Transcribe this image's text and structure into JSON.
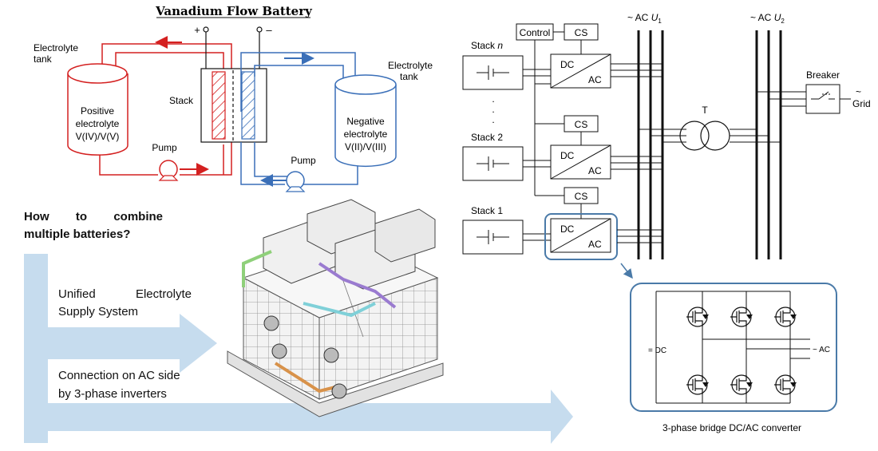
{
  "battery": {
    "title": "Vanadium Flow Battery",
    "plus": "+",
    "minus": "–",
    "left_tank_line1": "Electrolyte",
    "left_tank_line2": "tank",
    "right_tank_line1": "Electrolyte",
    "right_tank_line2": "tank",
    "stack": "Stack",
    "pos_line1": "Positive",
    "pos_line2": "electrolyte",
    "pos_line3": "V(IV)/V(V)",
    "neg_line1": "Negative",
    "neg_line2": "electrolyte",
    "neg_line3": "V(II)/V(III)",
    "pump_left": "Pump",
    "pump_right": "Pump",
    "colors": {
      "positive": "#d42020",
      "negative": "#3a6fb8"
    }
  },
  "question": {
    "line1_words": [
      "How",
      "to",
      "combine"
    ],
    "line2": "multiple batteries?"
  },
  "arrows": {
    "upper_line1_words": [
      "Unified",
      "Electrolyte"
    ],
    "upper_line2": "Supply System",
    "lower_line1": "Connection on AC side",
    "lower_line2": "by 3-phase inverters",
    "color": "#c6dcee"
  },
  "circuit": {
    "control": "Control",
    "cs": "CS",
    "stack_n_prefix": "Stack ",
    "stack_n_italic": "n",
    "stack_2": "Stack 2",
    "stack_1": "Stack 1",
    "dc": "DC",
    "ac": "AC",
    "ac_u1_prefix": "~ AC ",
    "ac_u1_var": "U",
    "ac_u1_sub": "1",
    "ac_u2_prefix": "~ AC ",
    "ac_u2_var": "U",
    "ac_u2_sub": "2",
    "transformer": "T",
    "breaker": "Breaker",
    "tilde": "~",
    "grid": "Grid",
    "dot": ".",
    "highlight_color": "#4a7aa8"
  },
  "bridge": {
    "dc_label": "= DC",
    "ac_label": "~ AC",
    "caption": "3-phase bridge DC/AC converter"
  },
  "photo": {
    "description_icon": "battery-container-module-icon"
  }
}
